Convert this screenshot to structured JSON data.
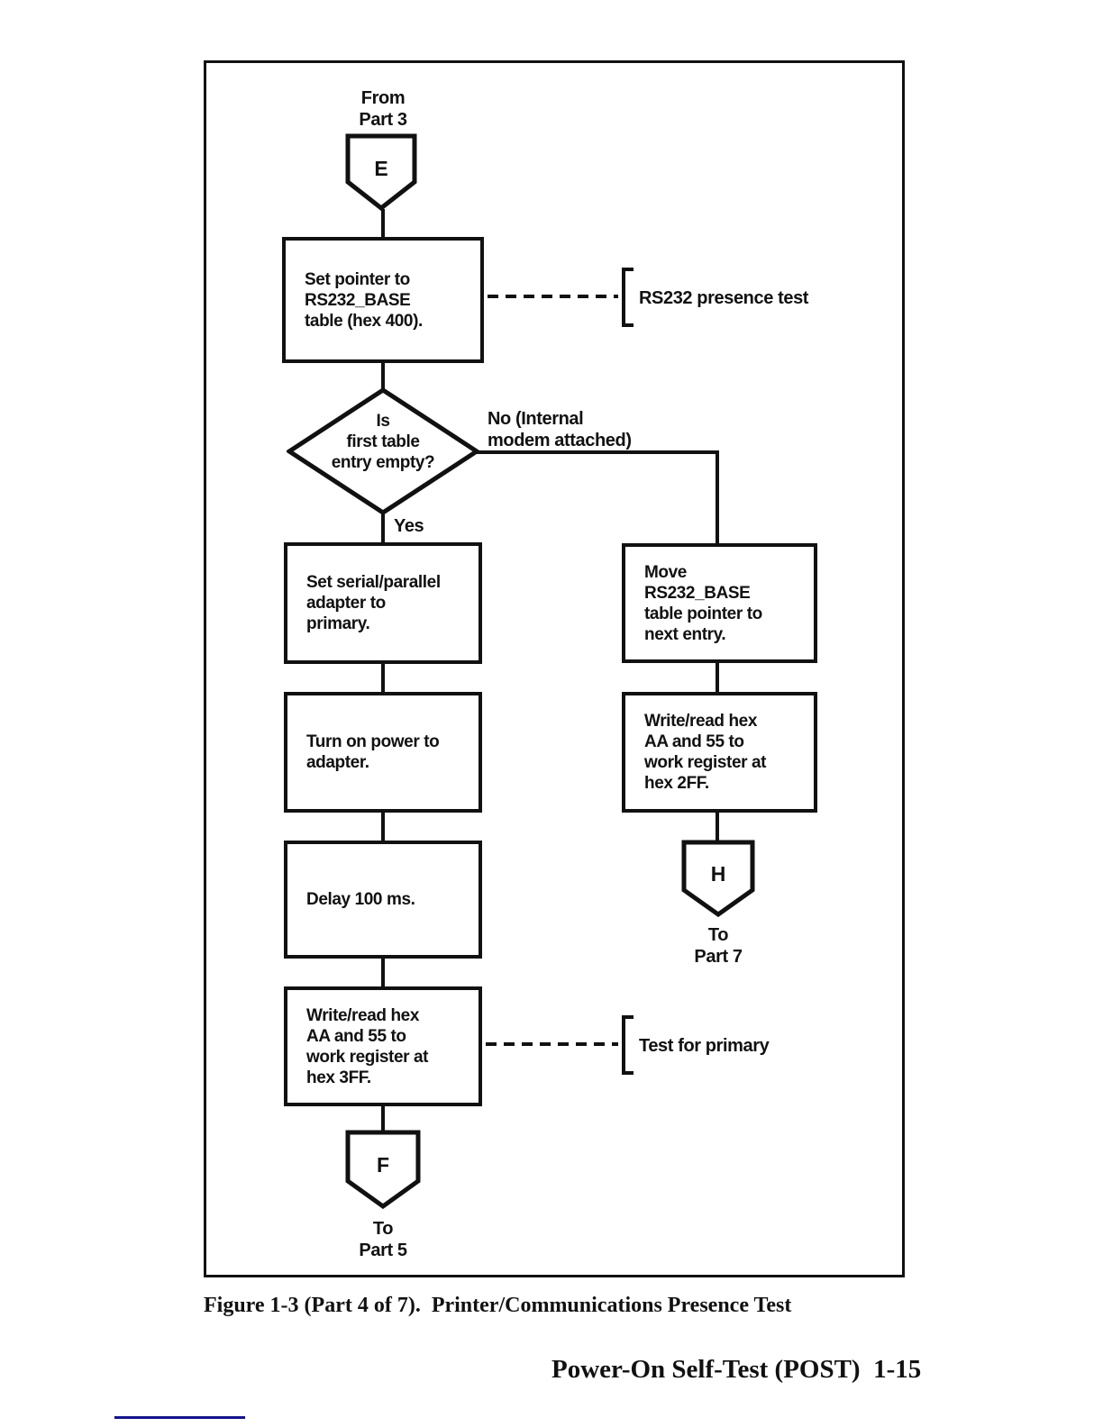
{
  "document": {
    "caption": "Figure 1-3 (Part 4 of 7).  Printer/Communications Presence Test",
    "footer": "Power-On Self-Test (POST)  1-15"
  },
  "flowchart": {
    "entry_connector": {
      "letter": "E",
      "from_lines": [
        "From",
        "Part 3"
      ]
    },
    "set_pointer_box": {
      "lines": [
        "Set pointer to",
        "RS232_BASE",
        "table (hex 400)."
      ]
    },
    "rs232_annotation": "RS232 presence test",
    "decision": {
      "lines": [
        "Is",
        "first table",
        "entry empty?"
      ]
    },
    "no_label": {
      "lines": [
        "No (Internal",
        "modem attached)"
      ]
    },
    "yes_label": "Yes",
    "serial_parallel_box": {
      "lines": [
        "Set serial/parallel",
        "adapter to",
        "primary."
      ]
    },
    "power_box": {
      "lines": [
        "Turn on power to",
        "adapter."
      ]
    },
    "delay_box": {
      "lines": [
        "Delay 100 ms."
      ]
    },
    "write_3ff_box": {
      "lines": [
        "Write/read hex",
        "AA and 55 to",
        "work register at",
        "hex 3FF."
      ]
    },
    "primary_annotation": "Test for primary",
    "exit_connector_f": {
      "letter": "F",
      "to_lines": [
        "To",
        "Part 5"
      ]
    },
    "move_pointer_box": {
      "lines": [
        "Move",
        "RS232_BASE",
        "table pointer to",
        "next entry."
      ]
    },
    "write_2ff_box": {
      "lines": [
        "Write/read hex",
        "AA and 55 to",
        "work register at",
        "hex 2FF."
      ]
    },
    "exit_connector_h": {
      "letter": "H",
      "to_lines": [
        "To",
        "Part 7"
      ]
    }
  },
  "colors": {
    "ink": "#111111",
    "paper": "#ffffff",
    "accent_rule": "#14148c"
  }
}
